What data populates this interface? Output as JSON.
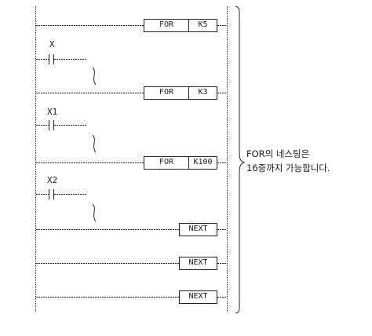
{
  "rungs": [
    {
      "instruction": "FOR",
      "operand": "K5"
    },
    {
      "contact": "X"
    },
    {
      "instruction": "FOR",
      "operand": "K3"
    },
    {
      "contact": "X1"
    },
    {
      "instruction": "FOR",
      "operand": "K100"
    },
    {
      "contact": "X2"
    },
    {
      "instruction": "NEXT"
    },
    {
      "instruction": "NEXT"
    },
    {
      "instruction": "NEXT"
    }
  ],
  "note": {
    "line1": "FOR의 네스팅은",
    "line2": "16중까지 가능합니다."
  }
}
